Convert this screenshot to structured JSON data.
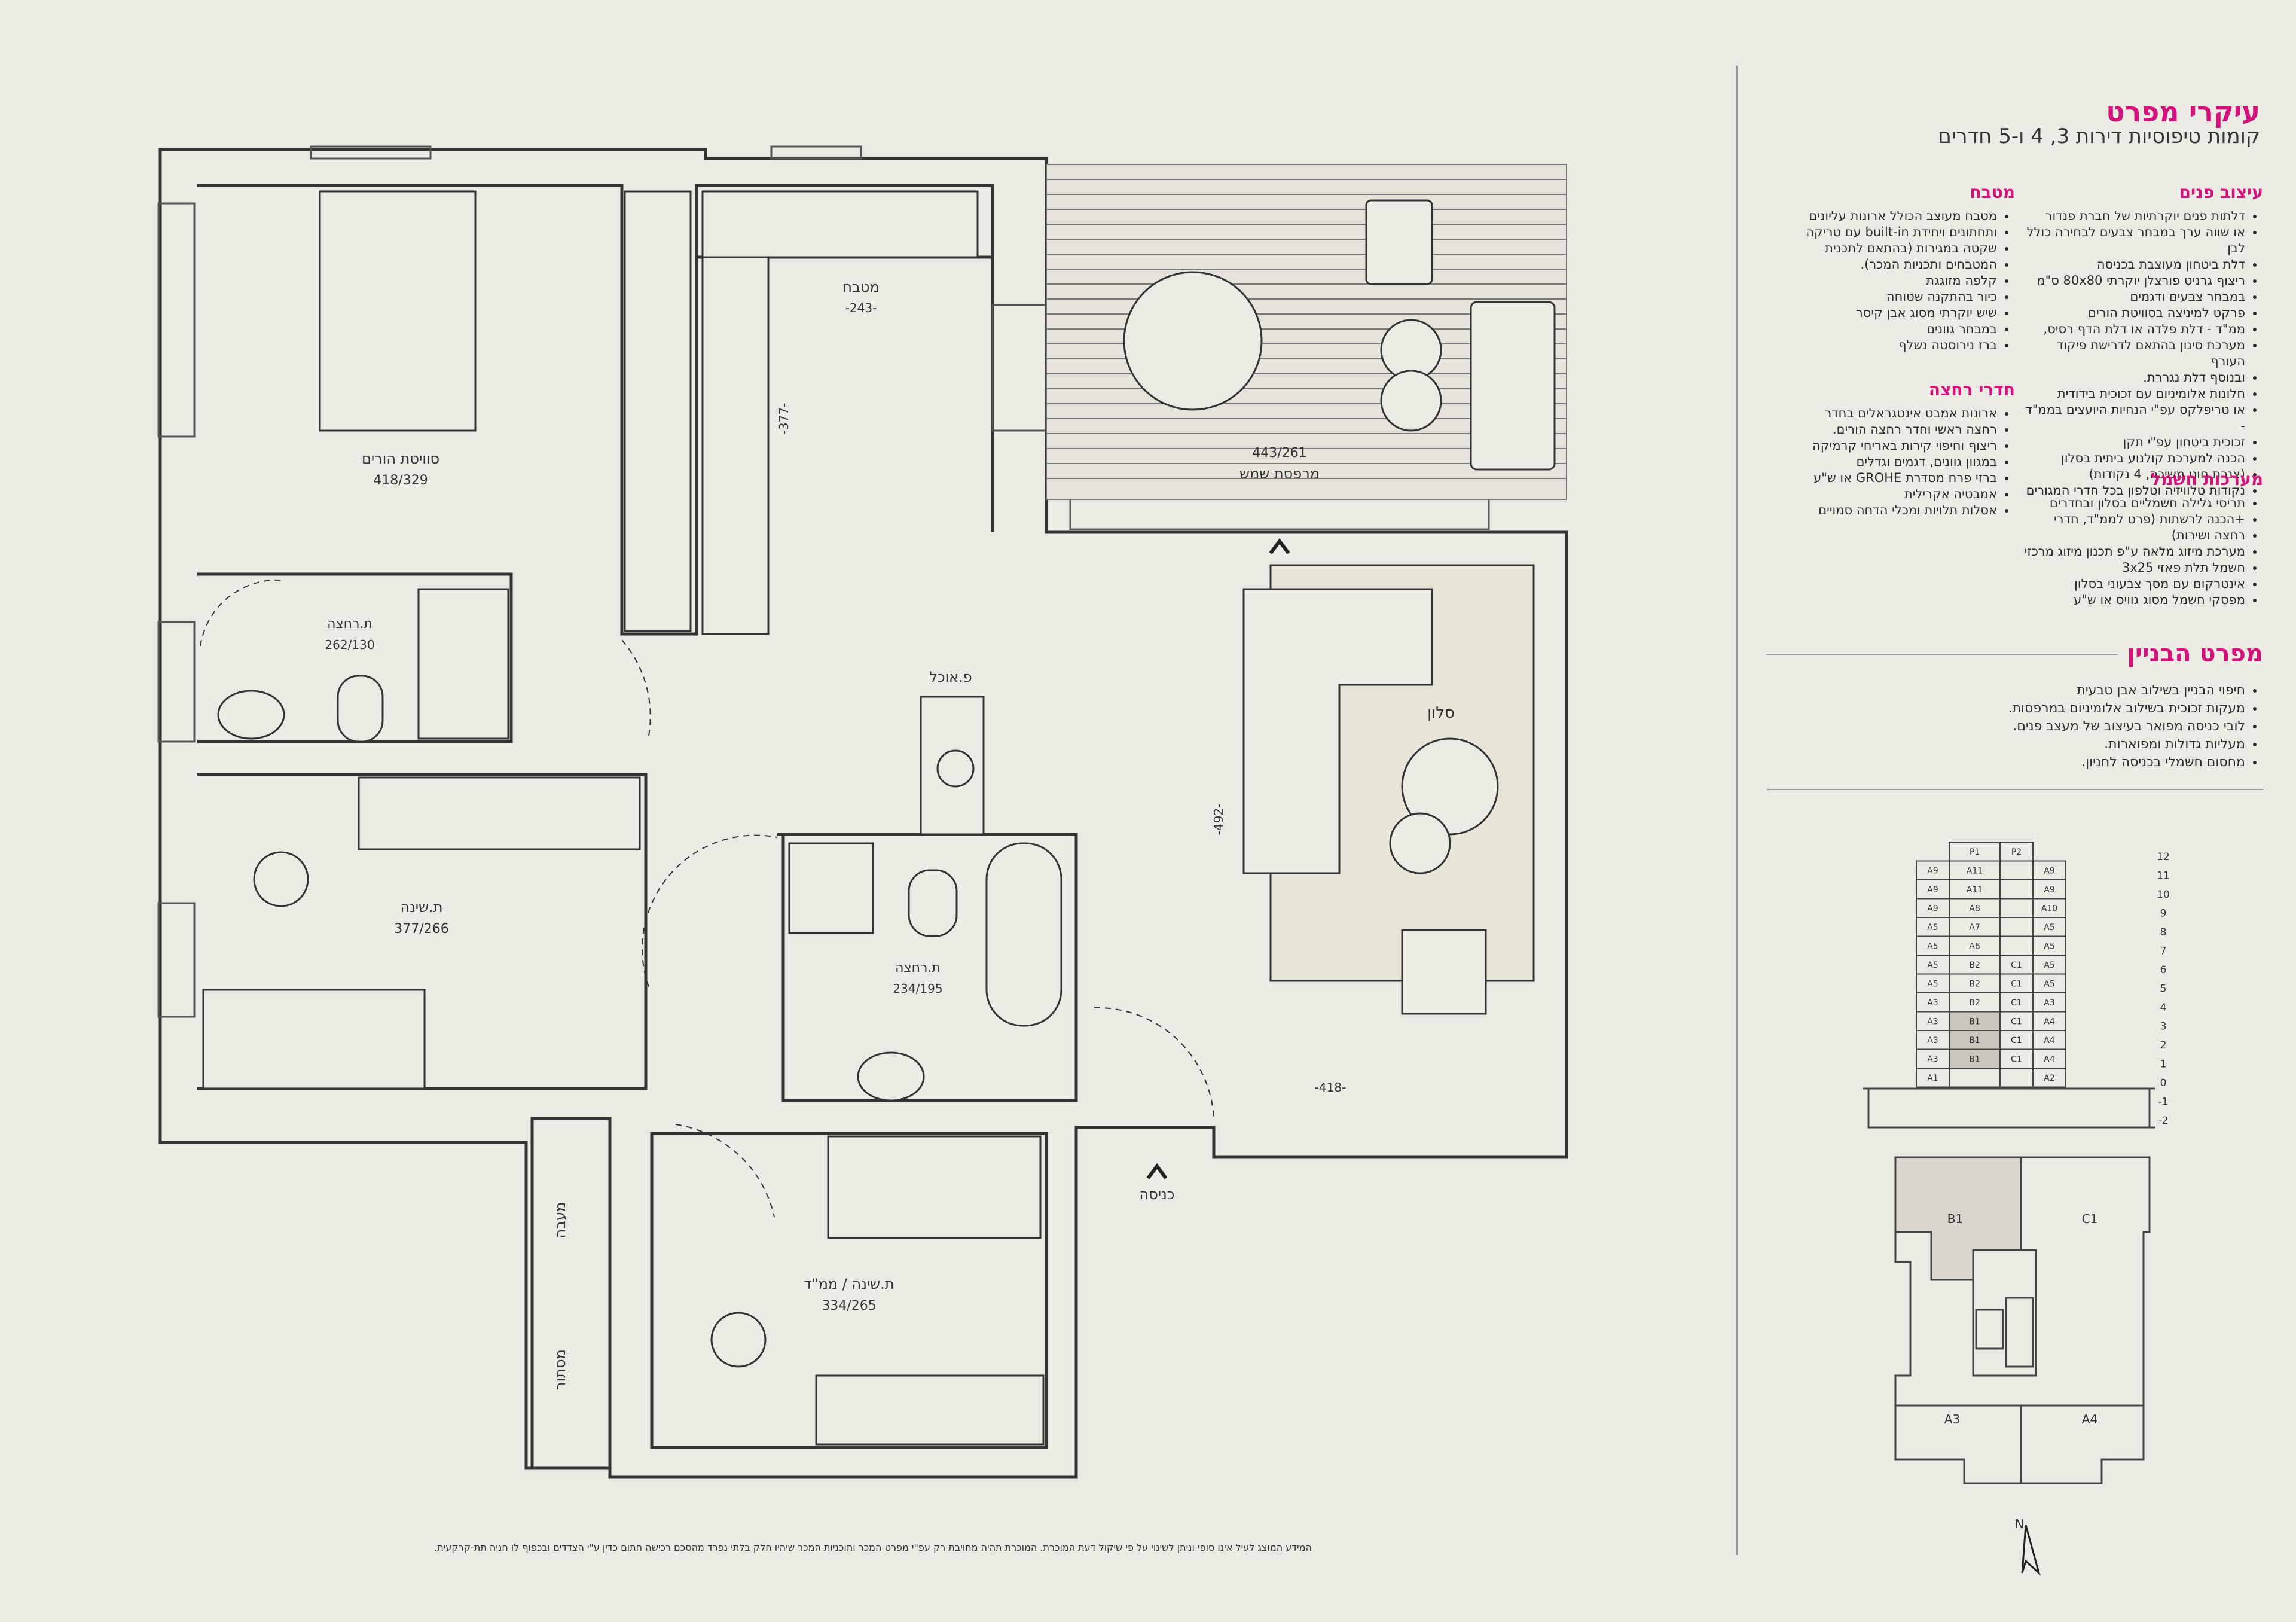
{
  "header": {
    "title": "עיקרי מפרט",
    "subtitle": "קומות טיפוסיות דירות 3, 4 ו-5 חדרים"
  },
  "interior": {
    "heading": "עיצוב פנים",
    "items": [
      "דלתות פנים יוקרתיות של חברת פנדור",
      "או שווה ערך במבחר צבעים לבחירה כולל לבן",
      "דלת ביטחון מעוצבת בכניסה",
      "ריצוף גרניט פורצלן יוקרתי 80x80 ס\"מ",
      "במבחר צבעים ודגמים",
      "פרקט למיניצה בסוויטת הורים",
      "ממ\"ד - דלת פלדה או דלת הדף רסיס,",
      "מערכת סינון בהתאם לדרישת פיקוד העורף",
      "ובנוסף דלת נגררת.",
      "חלונות אלומיניום עם זכוכית בידודית",
      "או טריפלקס עפ\"י הנחיות היועצים בממ\"ד -",
      "זכוכית ביטחון עפ\"י תקן",
      "הכנה למערכת קולנוע ביתית בסלון",
      "(צנרת חוט משיכה, 4 נקודות)",
      "נקודות טלוויזיה וטלפון בכל חדרי המגורים"
    ]
  },
  "kitchen": {
    "heading": "מטבח",
    "items": [
      "מטבח מעוצב הכולל ארונות עליונים",
      "ותחתונים ויחידת built-in עם טריקה",
      "שקטה במגירות (בהתאם לתכנית",
      "המטבחים ותכניות המכר).",
      "קלפה מזוגגת",
      "כיור בהתקנה שטוחה",
      "שיש יוקרתי מסוג אבן קיסר",
      "במבחר גוונים",
      "ברז נירוסטה נשלף"
    ]
  },
  "bathrooms": {
    "heading": "חדרי רחצה",
    "items": [
      "ארונות אמבט אינטגראלים בחדר",
      "רחצה ראשי וחדר רחצה הורים.",
      "ריצוף וחיפוי קירות באריחי קרמיקה",
      "במגוון גוונים, דגמים וגדלים",
      "ברזי פרח מסדרת GROHE או ש\"ע",
      "אמבטיה אקרילית",
      "אסלות תלויות ומכלי הדחה סמויים"
    ]
  },
  "electrical": {
    "heading": "מערכות חשמל",
    "items": [
      "תריסי גלילה חשמליים בסלון ובחדרים",
      "+הכנה לרשתות (פרט לממ\"ד, חדרי",
      "רחצה ושירות)",
      "מערכת מיזוג מלאה ע\"פ תכנון מיזוג מרכזי",
      "חשמל תלת פאזי 3x25",
      "אינטרקום עם מסך צבעוני בסלון",
      "מפסקי חשמל מסוג גוויס או ש\"ע"
    ]
  },
  "building": {
    "heading": "מפרט הבניין",
    "items": [
      "חיפוי הבניין בשילוב אבן טבעית",
      "מעקות זכוכית בשילוב אלומיניום במרפסות.",
      "לובי כניסה מפואר בעיצוב של מעצב פנים.",
      "מעליות גדולות ומפוארות.",
      "מחסום חשמלי בכניסה לחניון."
    ]
  },
  "rooms": {
    "master": {
      "name": "סוויטת הורים",
      "size": "418/329"
    },
    "kitchen": {
      "name": "מטבח",
      "size": "-243-"
    },
    "kitchen_dim": "-377-",
    "balcony": {
      "name": "מרפסת שמש",
      "size": "443/261"
    },
    "bath_master": {
      "name": "ת.רחצה",
      "size": "262/130"
    },
    "bedroom1": {
      "name": "ת.שינה",
      "size": "377/266"
    },
    "dining": {
      "name": "פ.אוכל"
    },
    "bath2": {
      "name": "ת.רחצה",
      "size": "234/195"
    },
    "living": {
      "name": "סלון"
    },
    "living_dim_v": "-492-",
    "living_dim_h": "-418-",
    "entrance": "כניסה",
    "bedroom_safe": {
      "name": "ת.שינה / ממ\"ד",
      "size": "334/265"
    },
    "laundry": "מעבה",
    "storage": "מסתור"
  },
  "floors": {
    "levels": [
      "12",
      "11",
      "10",
      "9",
      "8",
      "7",
      "6",
      "5",
      "4",
      "3",
      "2",
      "1",
      "0",
      "-1",
      "-2"
    ],
    "rows": [
      [
        "",
        "P1",
        "P2",
        ""
      ],
      [
        "A9",
        "A11",
        "",
        "A9"
      ],
      [
        "A9",
        "A11",
        "",
        "A9"
      ],
      [
        "A9",
        "A8",
        "",
        "A10"
      ],
      [
        "A5",
        "A7",
        "",
        "A5"
      ],
      [
        "A5",
        "A6",
        "",
        "A5"
      ],
      [
        "A5",
        "B2",
        "C1",
        "A5"
      ],
      [
        "A5",
        "B2",
        "C1",
        "A5"
      ],
      [
        "A3",
        "B2",
        "C1",
        "A3"
      ],
      [
        "A3",
        "B1",
        "C1",
        "A4"
      ],
      [
        "A3",
        "B1",
        "C1",
        "A4"
      ],
      [
        "A3",
        "B1",
        "C1",
        "A4"
      ],
      [
        "A1",
        "",
        "",
        "A2"
      ]
    ]
  },
  "keyplan": {
    "labels": [
      "B1",
      "C1",
      "A3",
      "A4"
    ],
    "north": "N"
  },
  "footnote": "המידע המוצג לעיל אינו סופי וניתן לשינוי על פי שיקול דעת המוכרת. המוכרת תהיה מחויבת רק עפ\"י מפרט המכר ותוכניות המכר שיהיו חלק בלתי נפרד מהסכם רכישה חתום כדין ע\"י הצדדים ובכפוף לו חניה תת-קרקעית."
}
